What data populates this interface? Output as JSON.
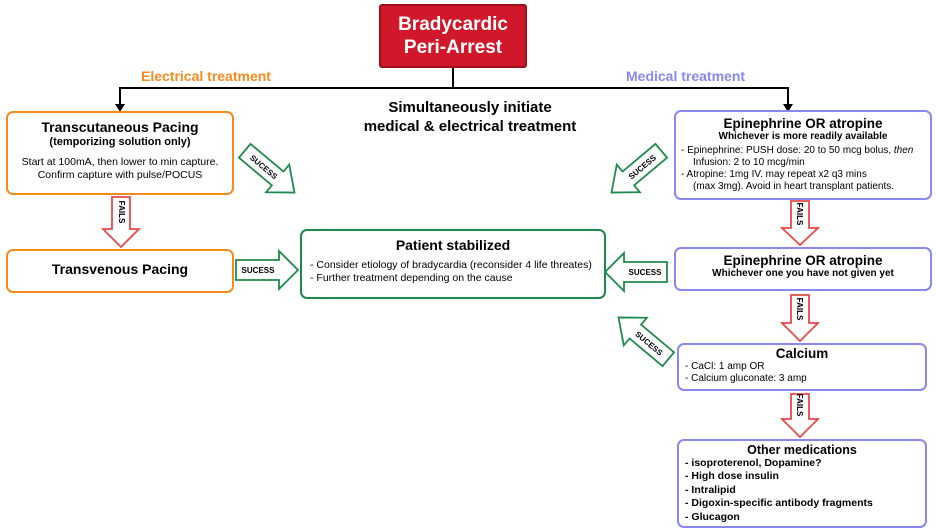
{
  "title": {
    "line1": "Bradycardic",
    "line2": "Peri-Arrest"
  },
  "branch_labels": {
    "electrical": "Electrical treatment",
    "medical": "Medical treatment"
  },
  "center_note": {
    "line1": "Simultaneously initiate",
    "line2": "medical & electrical treatment"
  },
  "tcp": {
    "title": "Transcutaneous Pacing",
    "subtitle": "(temporizing solution only)",
    "line1": "Start at 100mA, then lower to min capture.",
    "line2": "Confirm capture with pulse/POCUS"
  },
  "tvp": {
    "title": "Transvenous Pacing"
  },
  "stabilized": {
    "title": "Patient stabilized",
    "item1": "- Consider etiology of bradycardia (reconsider 4 life threates)",
    "item2": "- Further treatment depending on the cause"
  },
  "epi1": {
    "title": "Epinephrine OR atropine",
    "subtitle": "Whichever is more readily available",
    "epi_a": "- Epinephrine: PUSH dose: 20 to 50 mcg bolus, ",
    "epi_then": "then",
    "epi_b": "Infusion: 2 to 10 mcg/min",
    "atro_a": "- Atropine: 1mg IV. may repeat x2 q3 mins",
    "atro_b": "(max 3mg). Avoid in heart transplant patients."
  },
  "epi2": {
    "title": "Epinephrine OR atropine",
    "subtitle": "Whichever one you have not given yet"
  },
  "calcium": {
    "title": "Calcium",
    "item1": "- CaCl: 1 amp OR",
    "item2": "- Calcium gluconate: 3 amp"
  },
  "other": {
    "title": "Other medications",
    "items": [
      "- isoproterenol, Dopamine?",
      "- High dose insulin",
      "- Intralipid",
      "- Digoxin-specific antibody fragments",
      "- Glucagon"
    ]
  },
  "arrows": {
    "success": "SUCESS",
    "fails": "FAILS"
  },
  "colors": {
    "title_fill": "#d1182b",
    "electrical": "#f58a1f",
    "medical": "#8888ee",
    "stabilized": "#1e8a4a",
    "fails_arrow": "#e84a4a",
    "success_arrow": "#1e8a4a"
  }
}
